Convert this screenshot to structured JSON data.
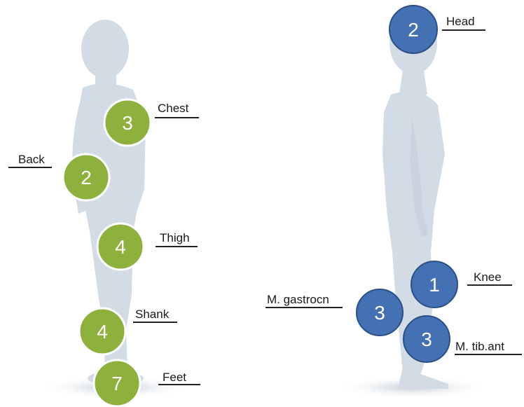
{
  "figures": {
    "left": {
      "markers": [
        {
          "id": "chest",
          "label": "Chest",
          "count": "3"
        },
        {
          "id": "back",
          "label": "Back",
          "count": "2"
        },
        {
          "id": "thigh",
          "label": "Thigh",
          "count": "4"
        },
        {
          "id": "shank",
          "label": "Shank",
          "count": "4"
        },
        {
          "id": "feet",
          "label": "Feet",
          "count": "7"
        }
      ]
    },
    "right": {
      "markers": [
        {
          "id": "head",
          "label": "Head",
          "count": "2"
        },
        {
          "id": "knee",
          "label": "Knee",
          "count": "1"
        },
        {
          "id": "m-gastrocn",
          "label": "M. gastrocn",
          "count": "3"
        },
        {
          "id": "m-tib-ant",
          "label": "M. tib.ant",
          "count": "3"
        }
      ]
    }
  },
  "colors": {
    "green_fill": "#8db13c",
    "green_stroke": "#ffffff",
    "blue_fill": "#4471b3",
    "blue_stroke": "#2b4f86",
    "figure_fill": "#d4dde6",
    "figure_shadow": "#c2ccd6"
  }
}
